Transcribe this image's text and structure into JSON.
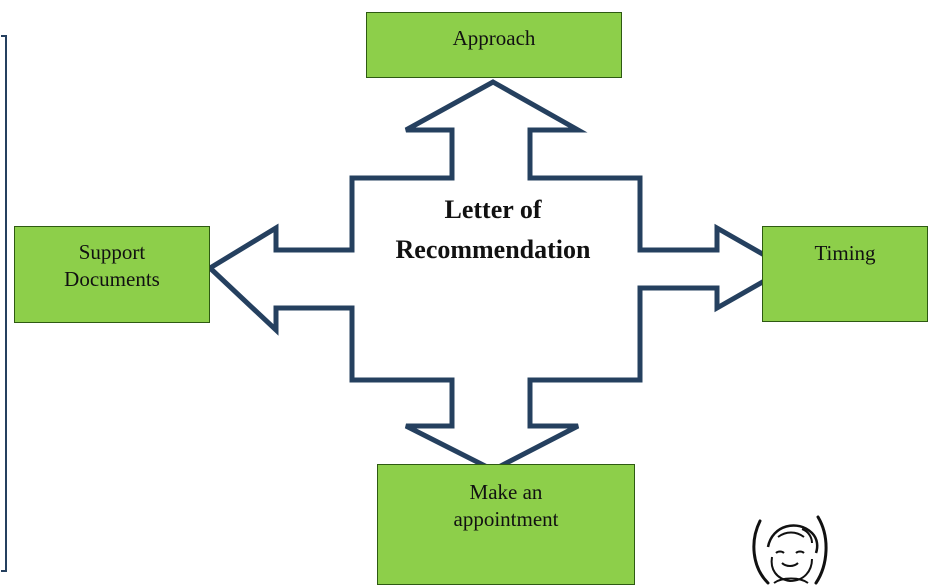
{
  "center": {
    "line1": "Letter of",
    "line2": "Recommendation"
  },
  "boxes": {
    "approach": "Approach",
    "support_line1": "Support",
    "support_line2": "Documents",
    "timing": "Timing",
    "appointment_line1": "Make an",
    "appointment_line2": "appointment"
  },
  "colors": {
    "box_fill": "#8dcf4a",
    "arrow_stroke": "#25405f"
  }
}
